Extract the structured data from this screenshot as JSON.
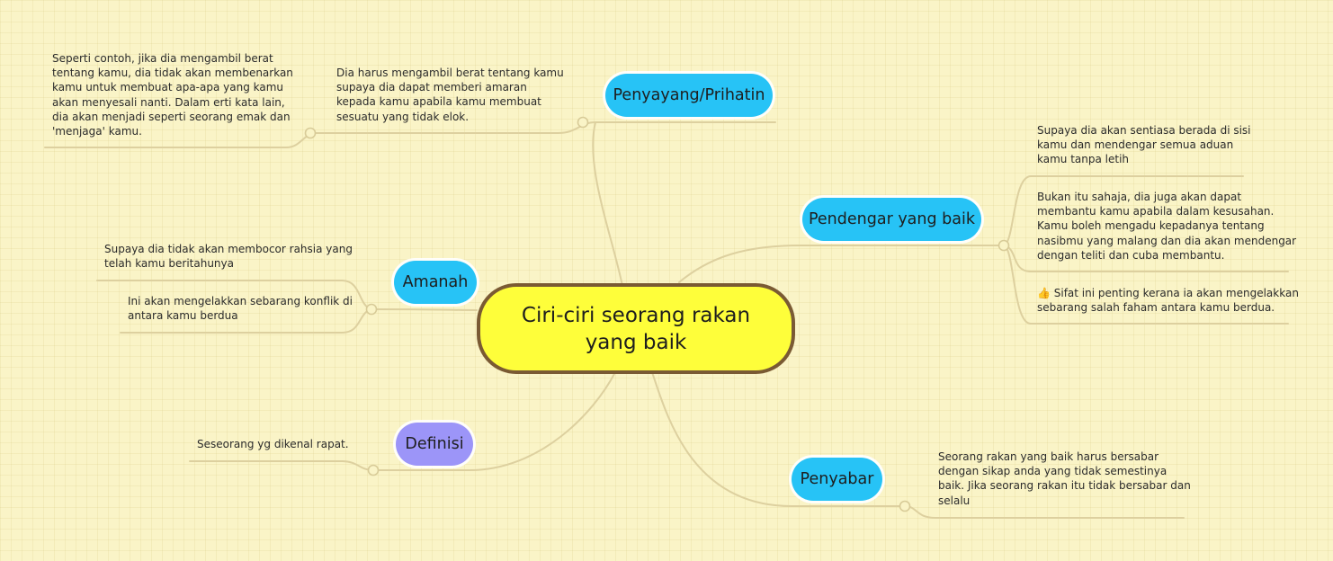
{
  "central_topic": "Ciri-ciri seorang rakan yang baik",
  "colors": {
    "background": "#faf4c7",
    "central_fill": "#fefe3a",
    "central_border": "#7a5a33",
    "topic_blue": "#27c3f6",
    "topic_purple": "#9c95f8",
    "connector": "#ddd09f"
  },
  "branches": {
    "penyayang": {
      "label": "Penyayang/Prihatin",
      "notes": [
        "Dia harus mengambil berat tentang kamu\nsupaya dia dapat memberi amaran\nkepada kamu apabila kamu membuat\nsesuatu yang tidak elok.",
        "Seperti contoh, jika dia mengambil berat\ntentang kamu, dia tidak akan membenarkan\nkamu untuk membuat apa-apa yang kamu\nakan menyesali nanti. Dalam erti kata lain,\ndia akan menjadi seperti seorang emak dan\n'menjaga' kamu."
      ]
    },
    "pendengar": {
      "label": "Pendengar yang baik",
      "notes": [
        "Supaya dia akan sentiasa berada di sisi\nkamu dan mendengar semua aduan\nkamu tanpa letih",
        "Bukan itu sahaja, dia juga akan dapat\nmembantu kamu apabila dalam kesusahan.\nKamu boleh mengadu kepadanya tentang\nnasibmu yang malang dan dia akan mendengar\ndengan teliti dan cuba membantu.",
        "👍 Sifat ini penting kerana ia akan mengelakkan\nsebarang salah faham antara kamu berdua."
      ]
    },
    "amanah": {
      "label": "Amanah",
      "notes": [
        "Supaya dia tidak akan membocor rahsia yang\ntelah kamu beritahunya",
        "Ini akan mengelakkan sebarang konflik di\nantara kamu berdua"
      ]
    },
    "definisi": {
      "label": "Definisi",
      "notes": [
        "Seseorang yg dikenal rapat."
      ]
    },
    "penyabar": {
      "label": "Penyabar",
      "notes": [
        "Seorang rakan yang baik harus bersabar\ndengan sikap anda yang tidak semestinya\nbaik. Jika seorang rakan itu tidak bersabar dan\nselalu"
      ]
    }
  }
}
